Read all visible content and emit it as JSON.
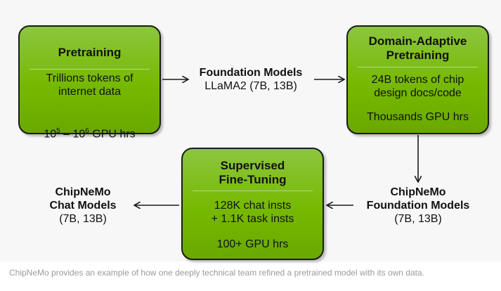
{
  "diagram": {
    "pretraining": {
      "title": "Pretraining",
      "data": "Trillions tokens of\ninternet data",
      "compute_base": "10",
      "compute_exp1": "5",
      "compute_mid": " – 10",
      "compute_exp2": "6",
      "compute_unit": " GPU hrs"
    },
    "foundation_models": {
      "title": "Foundation Models",
      "subtitle": "LLaMA2 (7B, 13B)"
    },
    "dapt": {
      "title": "Domain-Adaptive\nPretraining",
      "data": "24B tokens of chip\ndesign docs/code",
      "compute": "Thousands GPU hrs"
    },
    "chipnemo_foundation": {
      "title": "ChipNeMo\nFoundation Models",
      "subtitle": "(7B, 13B)"
    },
    "sft": {
      "title": "Supervised\nFine-Tuning",
      "data": "128K chat insts\n+ 1.1K task insts",
      "compute": "100+ GPU hrs"
    },
    "chipnemo_chat": {
      "title": "ChipNeMo\nChat Models",
      "subtitle": "(7B, 13B)"
    }
  },
  "caption": "ChipNeMo provides an example of how one deeply technical team refined a pretrained model with its own data.",
  "colors": {
    "box_green": "#76b900",
    "border": "#1a1a1a",
    "caption": "#9a9a9a"
  }
}
